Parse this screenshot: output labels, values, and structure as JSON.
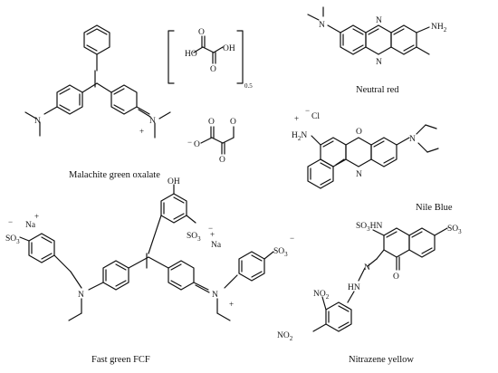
{
  "captions": {
    "malachite": "Malachite green oxalate",
    "neutral_red": "Neutral red",
    "nile_blue": "Nile Blue",
    "fast_green": "Fast green FCF",
    "nitrazene": "Nitrazene yellow"
  },
  "atom_labels": {
    "HO": "HO",
    "OH": "OH",
    "O": "O",
    "N": "N",
    "NH2": "NH",
    "H2N": "H",
    "Cl": "Cl",
    "SO3H": "SO",
    "SO3": "SO",
    "NO2": "NO",
    "Na": "Na",
    "HN": "HN",
    "sub_2": "2",
    "sub_3": "3",
    "sub_half": "0.5",
    "plus": "+",
    "minus": "−"
  }
}
